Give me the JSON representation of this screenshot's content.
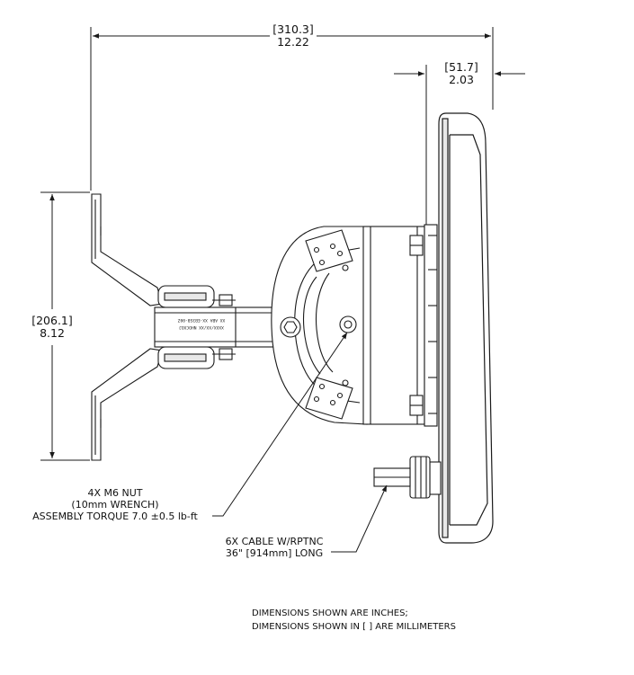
{
  "dimensions": {
    "overall_width": {
      "mm": "[310.3]",
      "in": "12.22"
    },
    "antenna_depth": {
      "mm": "[51.7]",
      "in": "2.03"
    },
    "clamp_height": {
      "mm": "[206.1]",
      "in": "8.12"
    }
  },
  "callouts": {
    "nut": {
      "line1": "4X M6 NUT",
      "line2": "(10mm WRENCH)",
      "line3": "ASSEMBLY TORQUE 7.0 ±0.5 lb-ft"
    },
    "cable": {
      "line1": "6X CABLE W/RPTNC",
      "line2": "36\" [914mm] LONG"
    }
  },
  "arm_label": {
    "line1": "XXXX/XX/XX NHOCXOJ",
    "line2": "XX ABA XX-EB3SB-00Z"
  },
  "notes": {
    "line1": "DIMENSIONS SHOWN ARE INCHES;",
    "line2": "DIMENSIONS SHOWN IN [ ] ARE MILLIMETERS"
  },
  "colors": {
    "line": "#1a1a1a",
    "fill": "#ffffff",
    "shade": "#e8e8e8"
  }
}
